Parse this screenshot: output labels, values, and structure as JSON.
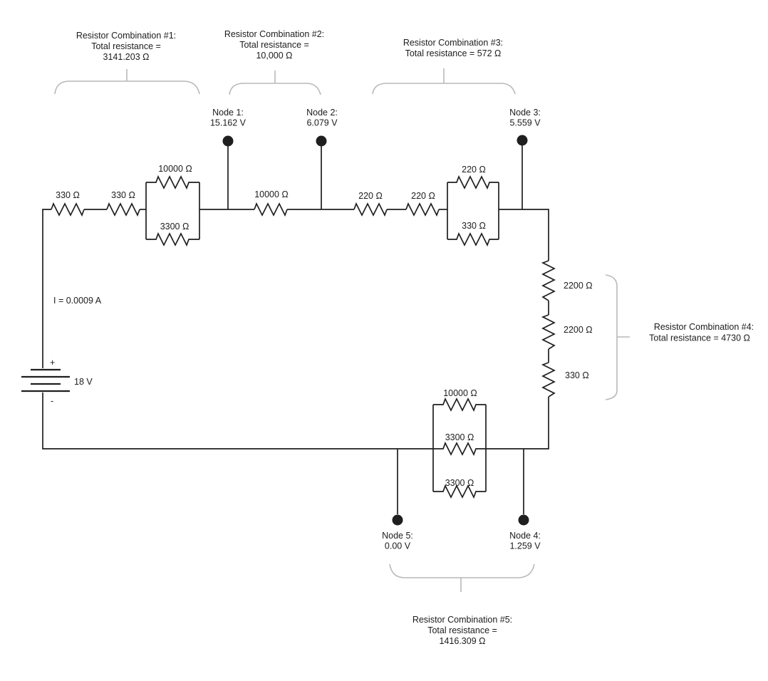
{
  "combos": [
    {
      "line1": "Resistor Combination #1:",
      "line2": "Total resistance =",
      "line3": "3141.203 Ω"
    },
    {
      "line1": "Resistor Combination #2:",
      "line2": "Total resistance =",
      "line3": "10,000 Ω"
    },
    {
      "line1": "Resistor Combination #3:",
      "line2": "Total resistance = 572 Ω"
    },
    {
      "line1": "Resistor Combination #4:",
      "line2": "Total resistance = 4730 Ω"
    },
    {
      "line1": "Resistor Combination #5:",
      "line2": "Total resistance =",
      "line3": "1416.309 Ω"
    }
  ],
  "nodes": [
    {
      "label": "Node 1:",
      "voltage": "15.162 V"
    },
    {
      "label": "Node 2:",
      "voltage": "6.079 V"
    },
    {
      "label": "Node 3:",
      "voltage": "5.559 V"
    },
    {
      "label": "Node 4:",
      "voltage": "1.259 V"
    },
    {
      "label": "Node 5:",
      "voltage": "0.00 V"
    }
  ],
  "resistors": {
    "r330_a": "330 Ω",
    "r330_b": "330 Ω",
    "combo1_top": "10000 Ω",
    "combo1_bottom": "3300 Ω",
    "r10000": "10000 Ω",
    "r220_a": "220 Ω",
    "r220_b": "220 Ω",
    "combo3_top": "220 Ω",
    "combo3_bottom": "330 Ω",
    "r2200_a": "2200 Ω",
    "r2200_b": "2200 Ω",
    "r330_c": "330 Ω",
    "combo5_top": "10000 Ω",
    "combo5_mid": "3300 Ω",
    "combo5_bottom": "3300 Ω"
  },
  "battery": {
    "voltage": "18 V",
    "plus": "+",
    "minus": "-"
  },
  "current": "I = 0.0009 A",
  "colors": {
    "wire": "#1f1f1f",
    "brace": "#b9b9b9",
    "background": "#ffffff"
  }
}
